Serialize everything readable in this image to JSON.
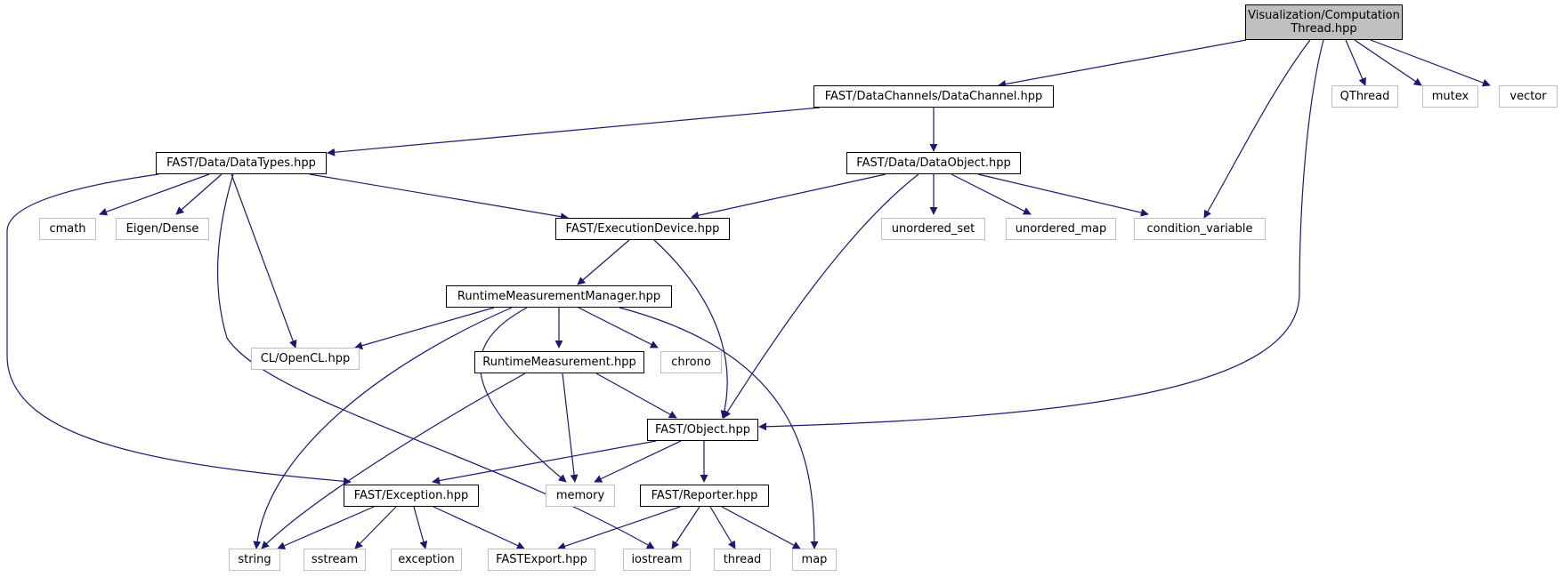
{
  "root": {
    "line1": "Visualization/Computation",
    "line2": "Thread.hpp"
  },
  "nodes": {
    "datachannel": "FAST/DataChannels/DataChannel.hpp",
    "qthread": "QThread",
    "mutex": "mutex",
    "vector": "vector",
    "datatypes": "FAST/Data/DataTypes.hpp",
    "dataobject": "FAST/Data/DataObject.hpp",
    "cmath": "cmath",
    "eigendense": "Eigen/Dense",
    "executiondevice": "FAST/ExecutionDevice.hpp",
    "unordered_set": "unordered_set",
    "unordered_map": "unordered_map",
    "condition_variable": "condition_variable",
    "rtmanager": "RuntimeMeasurementManager.hpp",
    "opencl": "CL/OpenCL.hpp",
    "rtmeasurement": "RuntimeMeasurement.hpp",
    "chrono": "chrono",
    "object": "FAST/Object.hpp",
    "exception": "FAST/Exception.hpp",
    "memory": "memory",
    "reporter": "FAST/Reporter.hpp",
    "string": "string",
    "sstream": "sstream",
    "stdexception": "exception",
    "fastexport": "FASTExport.hpp",
    "iostream": "iostream",
    "thread": "thread",
    "map": "map"
  },
  "colors": {
    "edge": "#191970",
    "local_border": "#000000",
    "external_border": "#bfbfbf",
    "root_fill": "#bfbfbf"
  }
}
